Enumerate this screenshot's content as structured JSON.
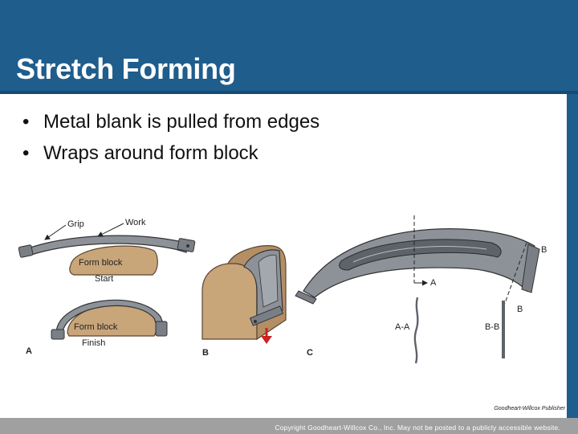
{
  "slide": {
    "title": "Stretch Forming",
    "bullets": [
      "Metal blank is pulled from edges",
      "Wraps around form block"
    ]
  },
  "figure": {
    "panel_a": {
      "grip_label": "Grip",
      "work_label": "Work",
      "form_block_label": "Form block",
      "start_label": "Start",
      "finish_label": "Finish",
      "panel_letter": "A"
    },
    "panel_b": {
      "panel_letter": "B"
    },
    "panel_c": {
      "panel_letter": "C",
      "section_a_marker": "A",
      "section_b_marker": "B",
      "section_aa_label": "A-A",
      "section_bb_label": "B-B"
    }
  },
  "credit": "Goodheart-Willcox Publisher",
  "footer": "Copyright Goodheart-Willcox Co., Inc.  May not be posted to a publicly accessible website.",
  "colors": {
    "header": "#1f5d8d",
    "footer": "#a0a0a0",
    "form_block": "#c9a57a",
    "metal": "#8d9299",
    "arrow": "#cc2222"
  }
}
